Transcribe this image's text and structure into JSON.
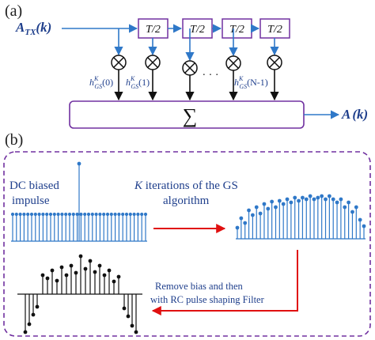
{
  "panel_a": {
    "label": "(a)",
    "input_signal": {
      "base": "A",
      "sub": "TX",
      "arg": "(k)"
    },
    "delay_label": "T/2",
    "coeffs": [
      {
        "base": "h",
        "sup": "K",
        "sub": "GS",
        "arg": "(0)"
      },
      {
        "base": "h",
        "sup": "K",
        "sub": "GS",
        "arg": "(1)"
      },
      {
        "base": "h",
        "sup": "K",
        "sub": "GS",
        "arg": "(N-1)"
      }
    ],
    "ellipsis": "· · ·",
    "sum_symbol": "∑",
    "output_signal": {
      "base": "A",
      "arg": "(k)"
    },
    "colors": {
      "signal": "#1f3f8c",
      "arrow": "#2f78c8",
      "box_border": "#7030a0"
    }
  },
  "panel_b": {
    "label": "(b)",
    "impulse_label_line1": "DC biased",
    "impulse_label_line2": "impulse",
    "iter_line1_k": "K",
    "iter_line1_rest": " iterations of the GS",
    "iter_line2": "algorithm",
    "filter_line1": "Remove bias and then",
    "filter_line2": "with RC pulse shaping Filter",
    "colors": {
      "stem_blue": "#2f78c8",
      "stem_black": "#111111",
      "arrow_red": "#e01010",
      "dashed_border": "#7030a0",
      "caption_blue": "#1f3f8c"
    }
  }
}
